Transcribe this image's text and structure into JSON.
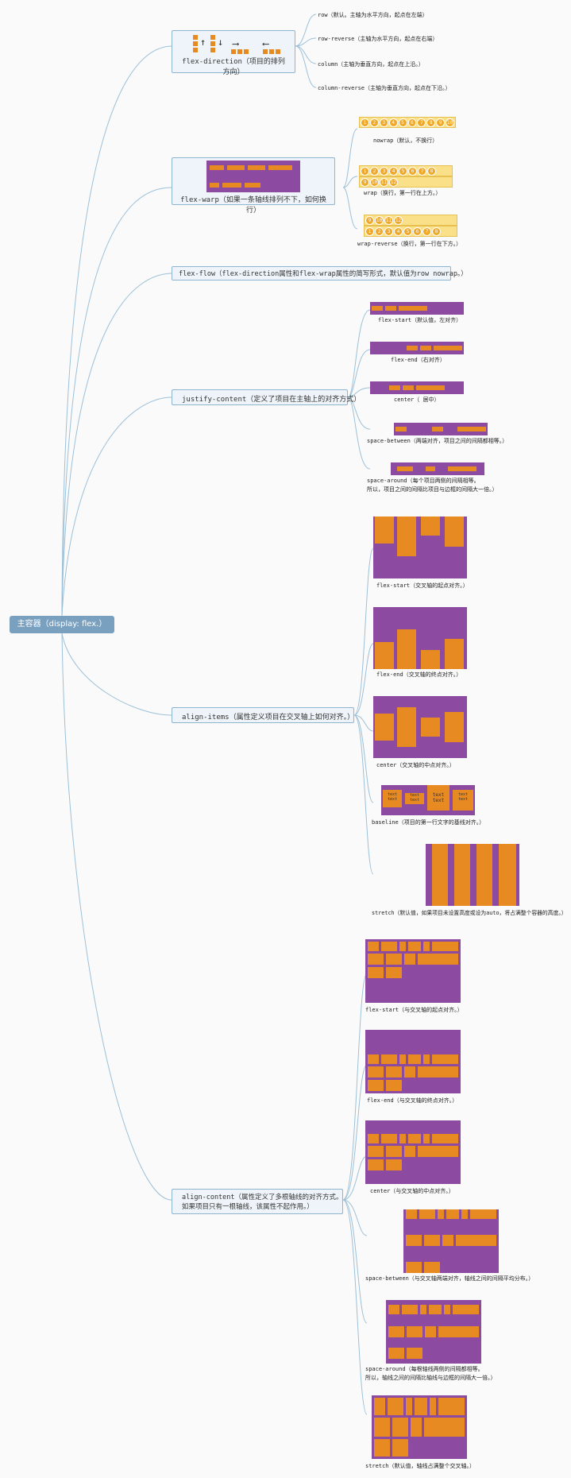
{
  "root": {
    "label": "主容器（display: flex.）"
  },
  "branches": {
    "flex_direction": {
      "title": "flex-direction（项目的排列方向）",
      "options": [
        "row（默认。主轴为水平方向，起点在左端）",
        "row-reverse（主轴为水平方向，起点在右端）",
        "column（主轴为垂直方向，起点在上沿。）",
        "column-reverse（主轴为垂直方向，起点在下沿。）"
      ]
    },
    "flex_wrap": {
      "title": "flex-warp（如果一条轴线排列不下，如何换行）",
      "options": [
        {
          "label": "nowrap（默认，不换行）",
          "row1": [
            "1",
            "2",
            "3",
            "4",
            "5",
            "6",
            "7",
            "8",
            "9",
            "10"
          ]
        },
        {
          "label": "wrap（换行，第一行在上方。）",
          "row1": [
            "1",
            "2",
            "3",
            "4",
            "5",
            "6",
            "7",
            "8"
          ],
          "row2": [
            "9",
            "10",
            "11",
            "12"
          ]
        },
        {
          "label": "wrap-reverse（换行，第一行在下方。）",
          "row1": [
            "9",
            "10",
            "11",
            "12"
          ],
          "row2": [
            "1",
            "2",
            "3",
            "4",
            "5",
            "6",
            "7",
            "8"
          ]
        }
      ]
    },
    "flex_flow": {
      "title": "flex-flow（flex-direction属性和flex-wrap属性的简写形式，默认值为row nowrap。）"
    },
    "justify_content": {
      "title": "justify-content（定义了项目在主轴上的对齐方式）",
      "options": [
        "flex-start（默认值，左对齐）",
        "flex-end（右对齐）",
        "center（ 居中）",
        "space-between（两端对齐，项目之间的间隔都相等。）",
        "space-around（每个项目两侧的间隔相等。",
        "所以，项目之间的间隔比项目与边框的间隔大一倍。）"
      ]
    },
    "align_items": {
      "title": "align-items（属性定义项目在交叉轴上如何对齐。）",
      "options": [
        "flex-start（交叉轴的起点对齐。）",
        "flex-end（交叉轴的终点对齐。）",
        "center（交叉轴的中点对齐。）",
        "baseline（项目的第一行文字的基线对齐。）",
        "stretch（默认值，如果项目未设置高度或设为auto，将占满整个容器的高度。）"
      ],
      "baseline_texts": [
        "text text",
        "text text",
        "text text",
        "text text"
      ]
    },
    "align_content": {
      "title": "align-content（属性定义了多根轴线的对齐方式。",
      "title2": "如果项目只有一根轴线，该属性不起作用。）",
      "options": [
        "flex-start（与交叉轴的起点对齐。）",
        "flex-end（与交叉轴的终点对齐。）",
        "center（与交叉轴的中点对齐。）",
        "space-between（与交叉轴两端对齐，轴线之间的间隔平均分布。）",
        "space-around（每根轴线两侧的间隔都相等。",
        "所以，轴线之间的间隔比轴线与边框的间隔大一倍。）",
        "stretch（默认值，轴线占满整个交叉轴。）"
      ]
    }
  },
  "colors": {
    "container": "#8c4aa0",
    "item": "#e88a22",
    "circle": "#f0a829",
    "line": "#9cc0d8"
  }
}
